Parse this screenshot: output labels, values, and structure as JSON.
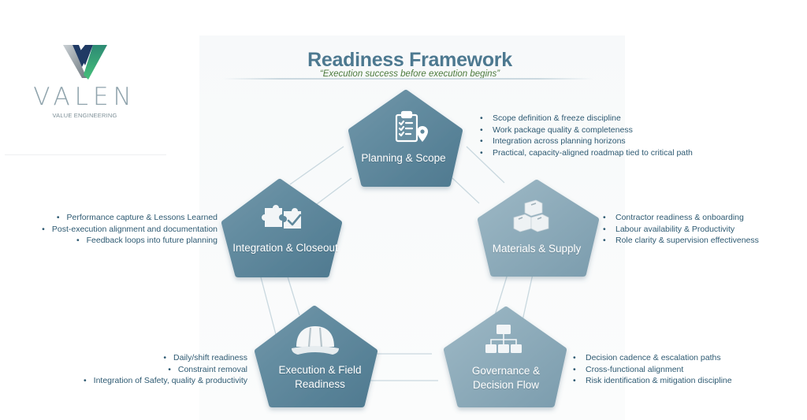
{
  "logo": {
    "wordmark": "VALEN",
    "tagline": "VALUE ENGINEERING",
    "colors": {
      "grey": "#8fa3ac",
      "green": "#3aa36f",
      "navy": "#1f3a64"
    }
  },
  "header": {
    "title": "Readiness Framework",
    "subtitle": "“Execution success before execution begins”"
  },
  "colors": {
    "title": "#4d7990",
    "subtitle": "#4d7a3c",
    "node_dark": "#5a8499",
    "node_light": "#8aa9b8",
    "connector": "#c9d8df",
    "bullet_text": "#2e5a72"
  },
  "nodes": [
    {
      "id": "planning",
      "label": "Planning & Scope",
      "icon": "clipboard-location-icon",
      "bullets": [
        "Scope definition & freeze discipline",
        "Work package quality & completeness",
        "Integration across planning horizons",
        "Practical, capacity-aligned roadmap tied to critical path"
      ]
    },
    {
      "id": "materials",
      "label": "Materials & Supply",
      "icon": "boxes-icon",
      "bullets": [
        "Contractor readiness & onboarding",
        "Labour availability & Productivity",
        "Role clarity & supervision effectiveness"
      ]
    },
    {
      "id": "governance",
      "label_lines": [
        "Governance &",
        "Decision Flow"
      ],
      "icon": "org-chart-icon",
      "bullets": [
        "Decision cadence & escalation paths",
        "Cross-functional alignment",
        "Risk identification & mitigation discipline"
      ]
    },
    {
      "id": "execution",
      "label_lines": [
        "Execution & Field",
        "Readiness"
      ],
      "icon": "hard-hat-icon",
      "bullets": [
        "Daily/shift readiness",
        "Constraint removal",
        "Integration of Safety, quality & productivity"
      ]
    },
    {
      "id": "integration",
      "label": "Integration & Closeout",
      "icon": "puzzle-check-icon",
      "bullets": [
        "Performance capture & Lessons Learned",
        "Post-execution alignment and documentation",
        "Feedback loops into future planning"
      ]
    }
  ],
  "bullet_glyph": "•"
}
